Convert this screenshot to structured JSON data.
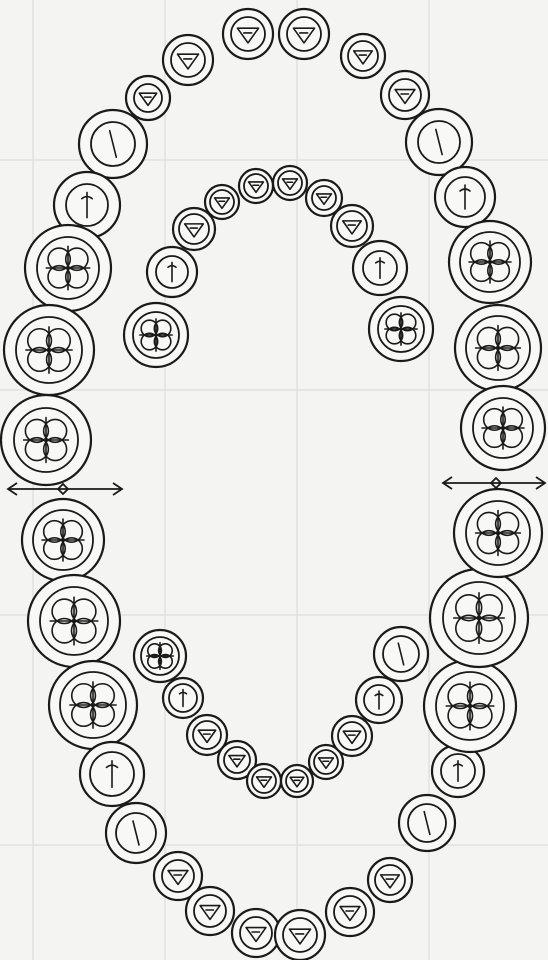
{
  "colors": {
    "paper": "#f4f4f2",
    "grid": "#d9d9d5",
    "ink": "#1a1a1a",
    "tooth_fill": "#f8f8f6"
  },
  "diagram": {
    "type": "dental-arch-chart",
    "upper_permanent_arch_teeth": 16,
    "upper_primary_arch_teeth": 10,
    "lower_permanent_arch_teeth": 16,
    "lower_primary_arch_teeth": 10,
    "midline_dividers": 2
  }
}
